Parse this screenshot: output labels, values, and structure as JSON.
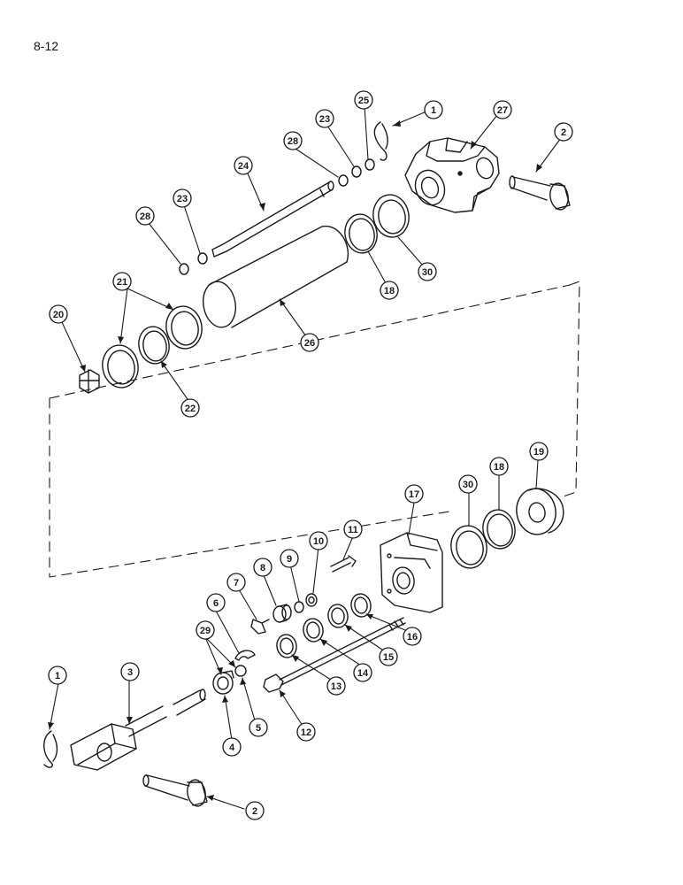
{
  "page_number": "8-12",
  "colors": {
    "ink": "#1a1a1a",
    "paper": "#ffffff"
  },
  "callouts": [
    {
      "id": "c1a",
      "label": "1",
      "part": "1"
    },
    {
      "id": "c25",
      "label": "25",
      "part": "25"
    },
    {
      "id": "c23a",
      "label": "23",
      "part": "23"
    },
    {
      "id": "c27",
      "label": "27",
      "part": "27"
    },
    {
      "id": "c2a",
      "label": "2",
      "part": "2"
    },
    {
      "id": "c28a",
      "label": "28",
      "part": "28"
    },
    {
      "id": "c24",
      "label": "24",
      "part": "24"
    },
    {
      "id": "c23b",
      "label": "23",
      "part": "23"
    },
    {
      "id": "c28b",
      "label": "28",
      "part": "28"
    },
    {
      "id": "c21",
      "label": "21",
      "part": "21"
    },
    {
      "id": "c18a",
      "label": "18",
      "part": "18"
    },
    {
      "id": "c30a",
      "label": "30",
      "part": "30"
    },
    {
      "id": "c20",
      "label": "20",
      "part": "20"
    },
    {
      "id": "c26",
      "label": "26",
      "part": "26"
    },
    {
      "id": "c22",
      "label": "22",
      "part": "22"
    },
    {
      "id": "c19",
      "label": "19",
      "part": "19"
    },
    {
      "id": "c17",
      "label": "17",
      "part": "17"
    },
    {
      "id": "c30b",
      "label": "30",
      "part": "30"
    },
    {
      "id": "c18b",
      "label": "18",
      "part": "18"
    },
    {
      "id": "c11",
      "label": "11",
      "part": "11"
    },
    {
      "id": "c10",
      "label": "10",
      "part": "10"
    },
    {
      "id": "c9",
      "label": "9",
      "part": "9"
    },
    {
      "id": "c8",
      "label": "8",
      "part": "8"
    },
    {
      "id": "c7",
      "label": "7",
      "part": "7"
    },
    {
      "id": "c6",
      "label": "6",
      "part": "6"
    },
    {
      "id": "c29",
      "label": "29",
      "part": "29"
    },
    {
      "id": "c16",
      "label": "16",
      "part": "16"
    },
    {
      "id": "c15",
      "label": "15",
      "part": "15"
    },
    {
      "id": "c14",
      "label": "14",
      "part": "14"
    },
    {
      "id": "c13",
      "label": "13",
      "part": "13"
    },
    {
      "id": "c12",
      "label": "12",
      "part": "12"
    },
    {
      "id": "c5",
      "label": "5",
      "part": "5"
    },
    {
      "id": "c4",
      "label": "4",
      "part": "4"
    },
    {
      "id": "c1b",
      "label": "1",
      "part": "1"
    },
    {
      "id": "c3",
      "label": "3",
      "part": "3"
    },
    {
      "id": "c2b",
      "label": "2",
      "part": "2"
    }
  ]
}
